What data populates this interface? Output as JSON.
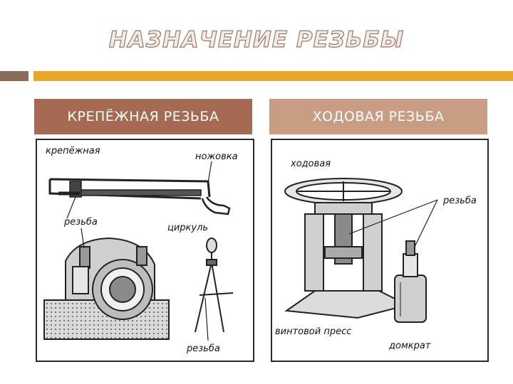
{
  "title": "НАЗНАЧЕНИЕ РЕЗЬБЫ",
  "columns": {
    "left": {
      "header": "КРЕПЁЖНАЯ РЕЗЬБА",
      "labels": {
        "type": "крепёжная",
        "saw": "ножовка",
        "thread1": "резьба",
        "compass": "циркуль",
        "thread2": "резьба"
      }
    },
    "right": {
      "header": "ХОДОВАЯ РЕЗЬБА",
      "labels": {
        "type": "ходовая",
        "thread": "резьба",
        "press": "винтовой пресс",
        "jack": "домкрат"
      }
    }
  },
  "colors": {
    "accent_left": "#8b6a5a",
    "accent_right": "#e8a92b",
    "header_left": "#a46a52",
    "header_right": "#c99d84"
  }
}
